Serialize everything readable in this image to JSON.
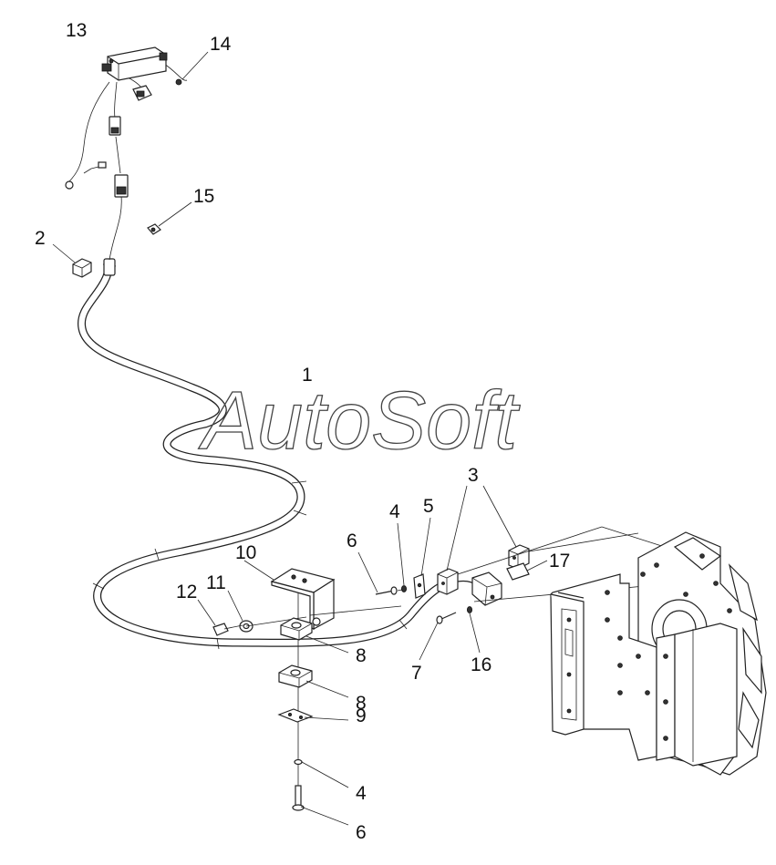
{
  "watermark": "AutoSoft",
  "callouts": {
    "c1": "1",
    "c2": "2",
    "c3": "3",
    "c4a": "4",
    "c4b": "4",
    "c5": "5",
    "c6a": "6",
    "c6b": "6",
    "c7": "7",
    "c8a": "8",
    "c8b": "8",
    "c9": "9",
    "c10": "10",
    "c11": "11",
    "c12": "12",
    "c13": "13",
    "c14": "14",
    "c15": "15",
    "c16": "16",
    "c17": "17"
  }
}
